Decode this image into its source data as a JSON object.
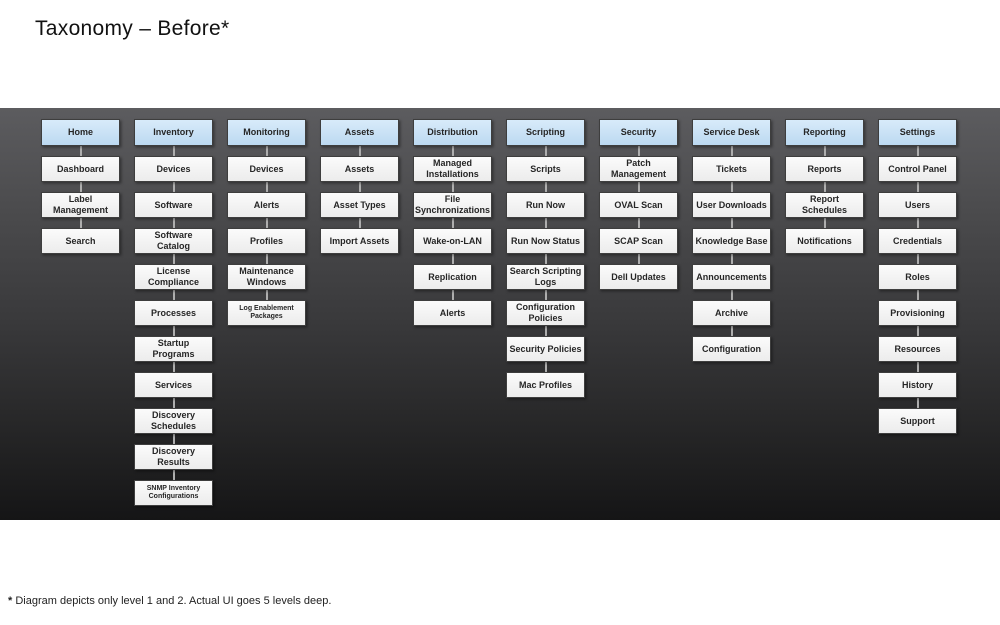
{
  "title": "Taxonomy – Before*",
  "footnote": {
    "marker": "*",
    "text": " Diagram depicts only level 1 and 2. Actual UI goes 5 levels deep."
  },
  "colors": {
    "header_fill": "#c5dff5",
    "node_fill": "#f2f2f2",
    "node_border": "#3e3e3e",
    "band_top": "#5c5c5f",
    "band_bottom": "#151516",
    "connector": "#aeaeae"
  },
  "taxonomy": {
    "columns": [
      {
        "label": "Home",
        "children": [
          "Dashboard",
          "Label Management",
          "Search"
        ]
      },
      {
        "label": "Inventory",
        "children": [
          "Devices",
          "Software",
          "Software Catalog",
          "License Compliance",
          "Processes",
          "Startup Programs",
          "Services",
          "Discovery Schedules",
          "Discovery Results",
          "SNMP Inventory Configurations"
        ]
      },
      {
        "label": "Monitoring",
        "children": [
          "Devices",
          "Alerts",
          "Profiles",
          "Maintenance Windows",
          "Log Enablement Packages"
        ]
      },
      {
        "label": "Assets",
        "children": [
          "Assets",
          "Asset Types",
          "Import Assets"
        ]
      },
      {
        "label": "Distribution",
        "children": [
          "Managed Installations",
          "File Synchronizations",
          "Wake-on-LAN",
          "Replication",
          "Alerts"
        ]
      },
      {
        "label": "Scripting",
        "children": [
          "Scripts",
          "Run Now",
          "Run Now Status",
          "Search Scripting Logs",
          "Configuration Policies",
          "Security Policies",
          "Mac Profiles"
        ]
      },
      {
        "label": "Security",
        "children": [
          "Patch Management",
          "OVAL Scan",
          "SCAP Scan",
          "Dell Updates"
        ]
      },
      {
        "label": "Service Desk",
        "children": [
          "Tickets",
          "User Downloads",
          "Knowledge Base",
          "Announcements",
          "Archive",
          "Configuration"
        ]
      },
      {
        "label": "Reporting",
        "children": [
          "Reports",
          "Report Schedules",
          "Notifications"
        ]
      },
      {
        "label": "Settings",
        "children": [
          "Control Panel",
          "Users",
          "Credentials",
          "Roles",
          "Provisioning",
          "Resources",
          "History",
          "Support"
        ]
      }
    ]
  }
}
